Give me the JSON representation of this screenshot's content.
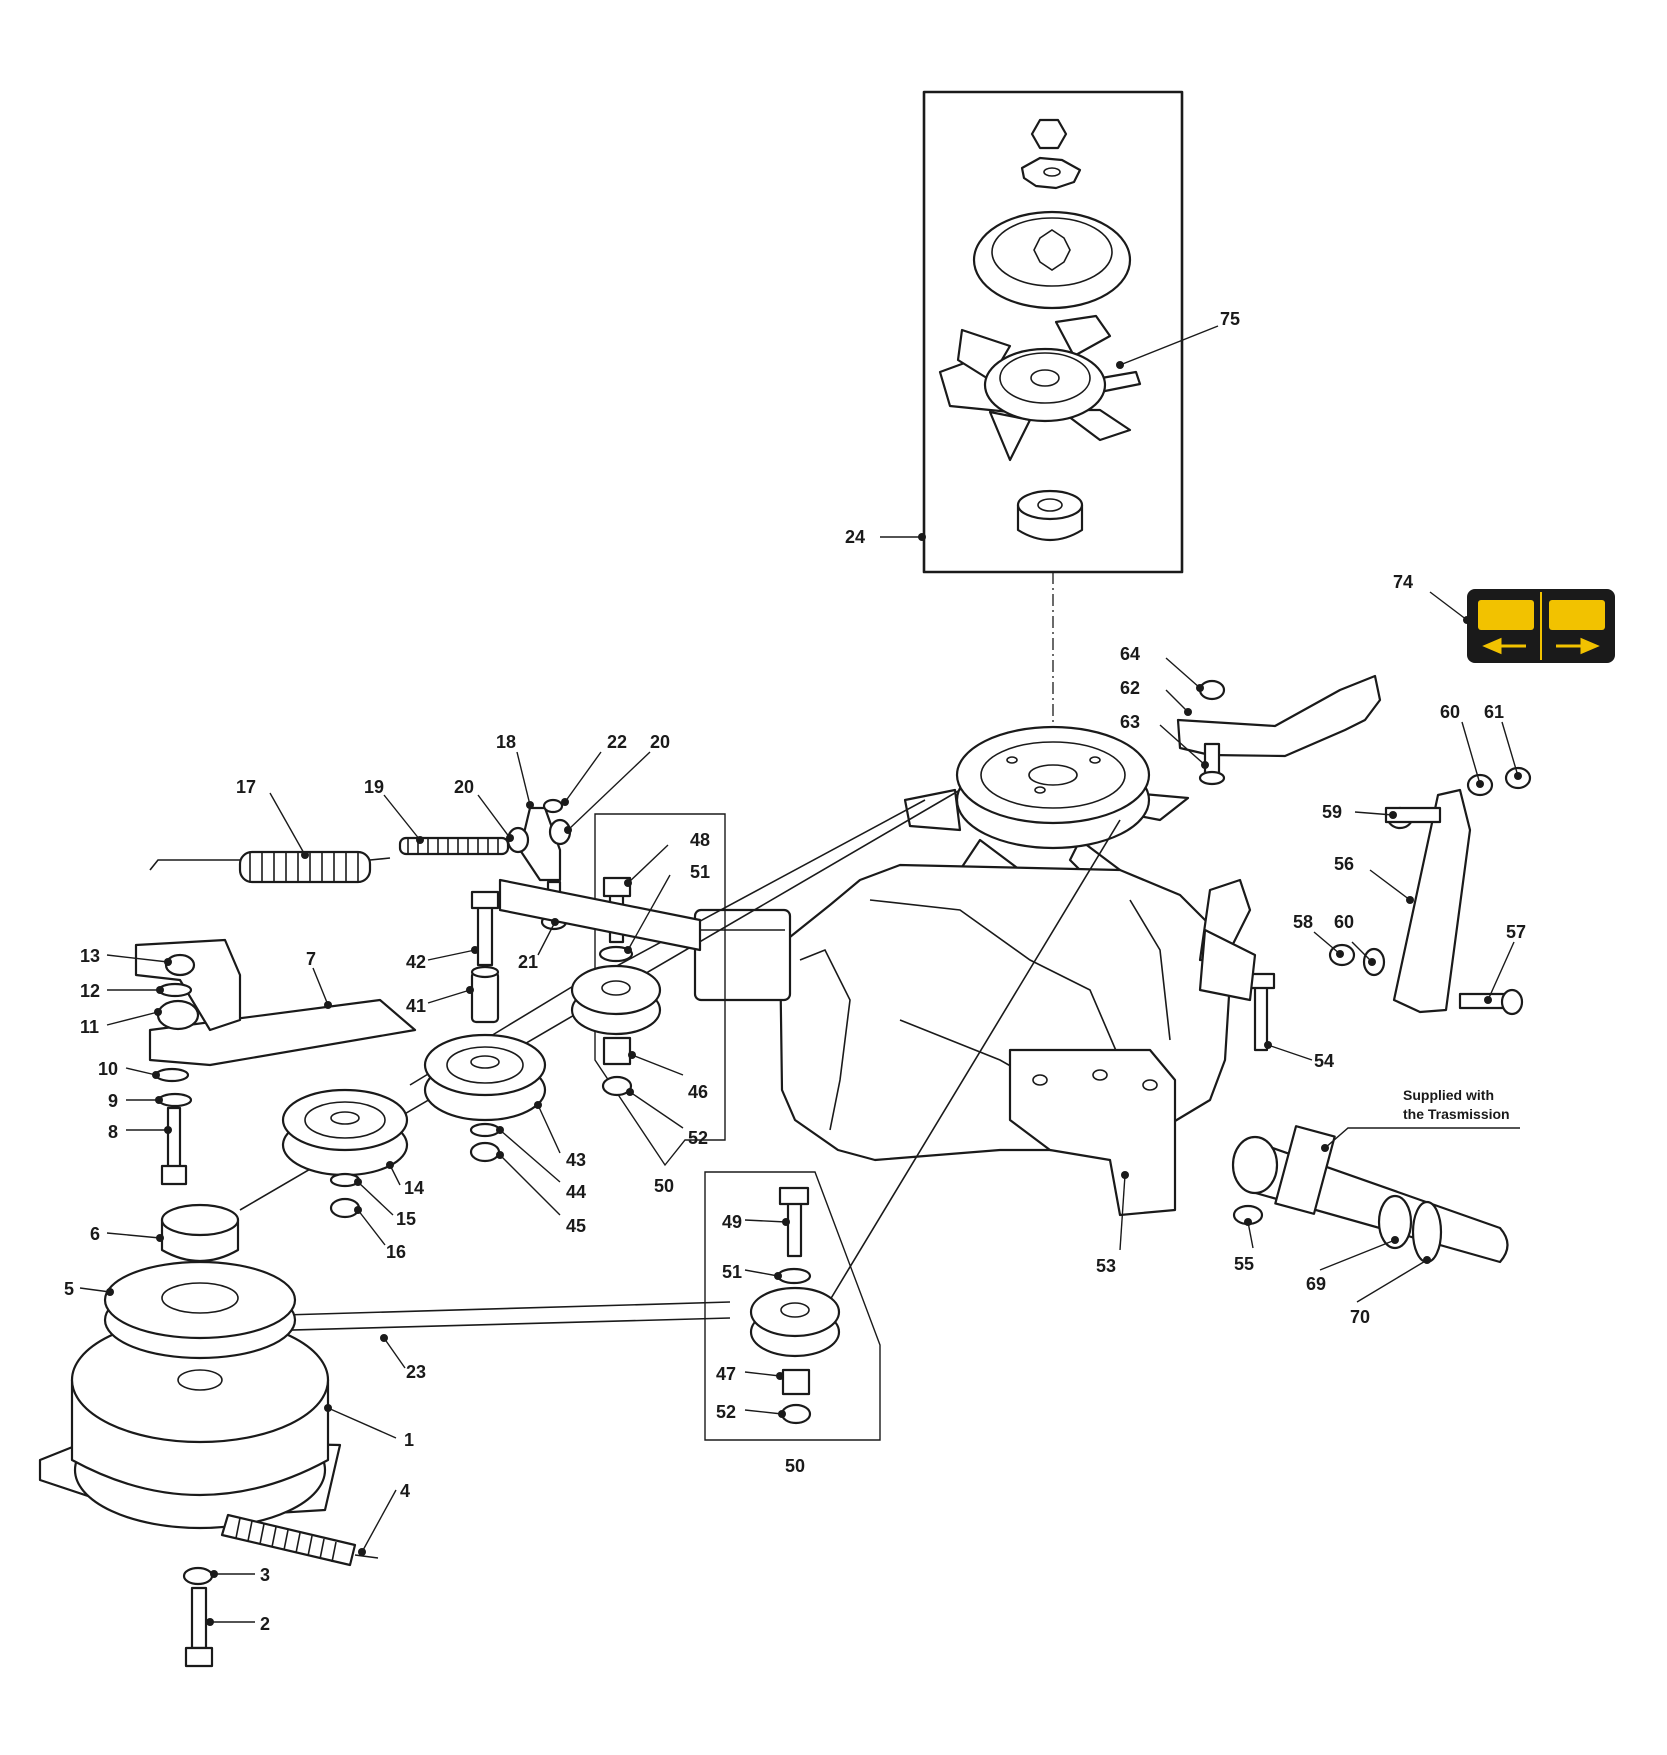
{
  "callouts": [
    {
      "id": "75",
      "label": "75"
    },
    {
      "id": "24",
      "label": "24"
    },
    {
      "id": "74",
      "label": "74"
    },
    {
      "id": "64",
      "label": "64"
    },
    {
      "id": "62",
      "label": "62"
    },
    {
      "id": "63",
      "label": "63"
    },
    {
      "id": "60a",
      "label": "60"
    },
    {
      "id": "61",
      "label": "61"
    },
    {
      "id": "59",
      "label": "59"
    },
    {
      "id": "56",
      "label": "56"
    },
    {
      "id": "58",
      "label": "58"
    },
    {
      "id": "60b",
      "label": "60"
    },
    {
      "id": "57",
      "label": "57"
    },
    {
      "id": "54",
      "label": "54"
    },
    {
      "id": "55",
      "label": "55"
    },
    {
      "id": "53",
      "label": "53"
    },
    {
      "id": "69",
      "label": "69"
    },
    {
      "id": "70",
      "label": "70"
    },
    {
      "id": "18",
      "label": "18"
    },
    {
      "id": "22",
      "label": "22"
    },
    {
      "id": "20a",
      "label": "20"
    },
    {
      "id": "17",
      "label": "17"
    },
    {
      "id": "19",
      "label": "19"
    },
    {
      "id": "20b",
      "label": "20"
    },
    {
      "id": "48",
      "label": "48"
    },
    {
      "id": "51a",
      "label": "51"
    },
    {
      "id": "42",
      "label": "42"
    },
    {
      "id": "21",
      "label": "21"
    },
    {
      "id": "41",
      "label": "41"
    },
    {
      "id": "46",
      "label": "46"
    },
    {
      "id": "52a",
      "label": "52"
    },
    {
      "id": "50a",
      "label": "50"
    },
    {
      "id": "43",
      "label": "43"
    },
    {
      "id": "44",
      "label": "44"
    },
    {
      "id": "45",
      "label": "45"
    },
    {
      "id": "13",
      "label": "13"
    },
    {
      "id": "12",
      "label": "12"
    },
    {
      "id": "11",
      "label": "11"
    },
    {
      "id": "7",
      "label": "7"
    },
    {
      "id": "10",
      "label": "10"
    },
    {
      "id": "9",
      "label": "9"
    },
    {
      "id": "8",
      "label": "8"
    },
    {
      "id": "14",
      "label": "14"
    },
    {
      "id": "15",
      "label": "15"
    },
    {
      "id": "16",
      "label": "16"
    },
    {
      "id": "6",
      "label": "6"
    },
    {
      "id": "5",
      "label": "5"
    },
    {
      "id": "49",
      "label": "49"
    },
    {
      "id": "51b",
      "label": "51"
    },
    {
      "id": "47",
      "label": "47"
    },
    {
      "id": "52b",
      "label": "52"
    },
    {
      "id": "50b",
      "label": "50"
    },
    {
      "id": "23",
      "label": "23"
    },
    {
      "id": "1",
      "label": "1"
    },
    {
      "id": "4",
      "label": "4"
    },
    {
      "id": "3",
      "label": "3"
    },
    {
      "id": "2",
      "label": "2"
    }
  ],
  "note": {
    "line1": "Supplied with",
    "line2": "the Trasmission"
  },
  "decal": {
    "bg": "#1a1a1a",
    "accent": "#f2c200"
  }
}
